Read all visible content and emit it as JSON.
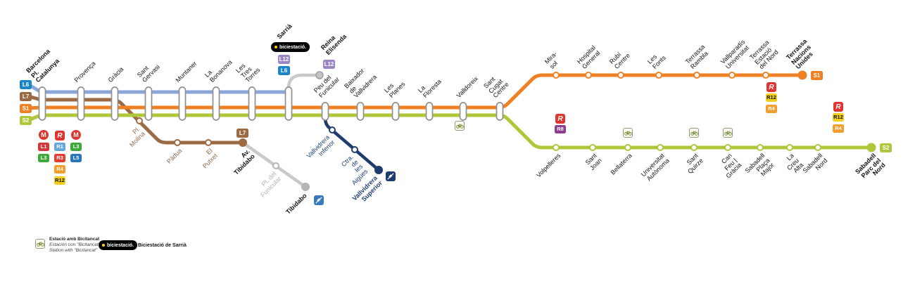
{
  "badges": {
    "l6": "L6",
    "l7": "L7",
    "s1": "S1",
    "s2": "S2",
    "l12": "L12",
    "l1": "L1",
    "l3": "L3",
    "l5": "L5",
    "r": "R",
    "r1": "R1",
    "r3": "R3",
    "r4": "R4",
    "r8": "R8",
    "r12": "R12",
    "m": "M",
    "biciestacio": "biciestació."
  },
  "stations": {
    "trunk": [
      "Barcelona\nPl. Catalunya",
      "Provença",
      "Gràcia",
      "Sant Gervasi",
      "Muntaner",
      "La Bonanova",
      "Les Tres\nTorres",
      "Sarrià",
      "Peu del Funicular",
      "Baixador\nde Vallvidrera",
      "Les Planes",
      "La Floresta",
      "Valldoreix",
      "Sant Cugat Centre"
    ],
    "l12_branch": [
      "Reina\nElisenda"
    ],
    "l7_branch": [
      "Pl. Molina",
      "Pàdua",
      "El Putxet",
      "Av. Tibidabo"
    ],
    "tibidabo_funicular": [
      "Pl. del Funicular",
      "Tibidabo"
    ],
    "vallvidrera_funicular": [
      "Vallvidrera\nInferior",
      "Ctra. de\nles Aigües",
      "Vallvidrera\nSuperior"
    ],
    "s1_branch": [
      "Mira-sol",
      "Hospital\nGeneral",
      "Rubí Centre",
      "Les Fonts",
      "Terrassa Rambla",
      "Vallparadís\nUniversitat",
      "Terrassa\nEstació del Nord",
      "Terrassa\nNacions Unides"
    ],
    "s2_branch": [
      "Volpelleres",
      "Sant Joan",
      "Bellaterra",
      "Universitat\nAutònoma",
      "Sant Quirze",
      "Can Feu | Gràcia",
      "Sabadell\nPlaça Major",
      "La Creu Alta",
      "Sabadell Nord",
      "Sabadell\nParc del Nord"
    ]
  },
  "legend": {
    "bicitancat_ca": "Estació amb Bicitancat",
    "bicitancat_es": "Estación con \"Bicitancat\"",
    "bicitancat_en": "Station with \"Bicitancat\"",
    "biciestacio_label": "Biciestació de Sarrià"
  },
  "colors": {
    "l6_badge": "#1b86c5",
    "l6_line": "#8aa5d8",
    "l7": "#9c6a43",
    "s1": "#ef8023",
    "s2": "#afc73b",
    "l12": "#9b85c4",
    "l12_shuttle_line": "#c9c9c9",
    "funicular_vallvidrera": "#1d3d6e",
    "funicular_tibidabo": "#3a78bc",
    "rodalies_metro_logo": "#e0352e",
    "r1": "#64a8dc",
    "r3": "#e63c30",
    "r4": "#f49d2a",
    "r8": "#8c3f92",
    "r12": "#f2cf1d",
    "l1": "#d5383b",
    "l3": "#3fa93c",
    "l5": "#2577be"
  }
}
